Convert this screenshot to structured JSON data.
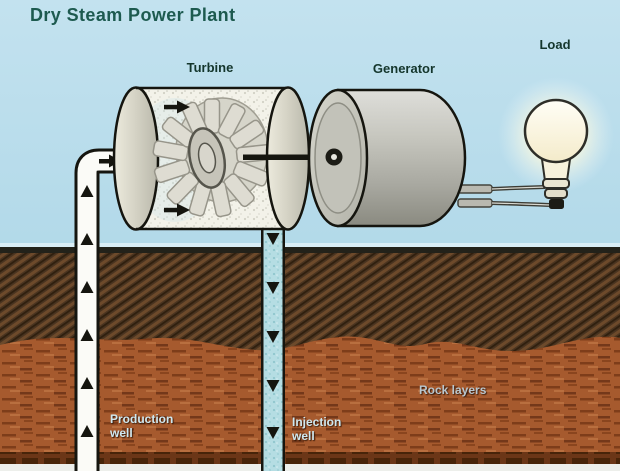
{
  "title": "Dry Steam Power Plant",
  "labels": {
    "turbine": "Turbine",
    "generator": "Generator",
    "load": "Load",
    "production_well_line1": "Production",
    "production_well_line2": "well",
    "injection_well_line1": "Injection",
    "injection_well_line2": "well",
    "rock_layers": "Rock layers"
  },
  "icons": {
    "steam_flow": "right-arrow",
    "production_flow": "up-arrow",
    "injection_flow": "down-arrow",
    "load_device": "light-bulb"
  },
  "colors": {
    "sky": "#b2d9e8",
    "title_text": "#1d5a4f",
    "machine_label_text": "#14362c",
    "ground_label_text": "#cfe8f0",
    "rock_label_text": "#b9c7cf",
    "upper_soil": "#4a3420",
    "lower_soil": "#a65a2e",
    "surface_line": "#23221a",
    "production_pipe": "#fbfbf7",
    "injection_pipe": "#b5dde3",
    "machine_metal": "#c6c6bd",
    "bulb_glow": "#fffceb",
    "outline": "#15150f"
  }
}
